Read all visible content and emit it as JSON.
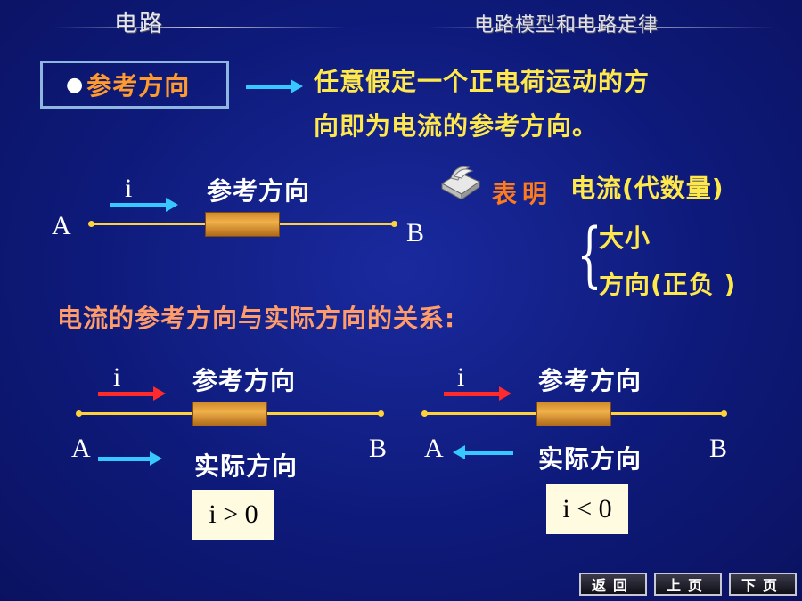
{
  "header": {
    "left_title": "电路",
    "right_title": "电路模型和电路定律"
  },
  "definition": {
    "box_label": "参考方向",
    "text_line1": "任意假定一个正电荷运动的方",
    "text_line2": "向即为电流的参考方向。"
  },
  "top_diagram": {
    "current_symbol": "i",
    "label": "参考方向",
    "node_a": "A",
    "node_b": "B"
  },
  "meaning": {
    "label": "表明",
    "heading": "电流(代数量)",
    "item1": "大小",
    "item2": "方向(正负 )"
  },
  "relation_heading": "电流的参考方向与实际方向的关系:",
  "case_left": {
    "current_symbol": "i",
    "ref_label": "参考方向",
    "actual_label": "实际方向",
    "node_a": "A",
    "node_b": "B",
    "inequality": "i > 0"
  },
  "case_right": {
    "current_symbol": "i",
    "ref_label": "参考方向",
    "actual_label": "实际方向",
    "node_a": "A",
    "node_b": "B",
    "inequality": "i < 0"
  },
  "nav": {
    "back": "返回",
    "prev": "上页",
    "next": "下页"
  },
  "colors": {
    "background": "#0e1a7a",
    "accent_orange": "#ff9a2e",
    "text_yellow": "#ffe84a",
    "wire": "#ffd23c",
    "arrow_cyan": "#36c8ff",
    "arrow_red": "#ff2a2a"
  },
  "icons": [
    "book-icon"
  ]
}
